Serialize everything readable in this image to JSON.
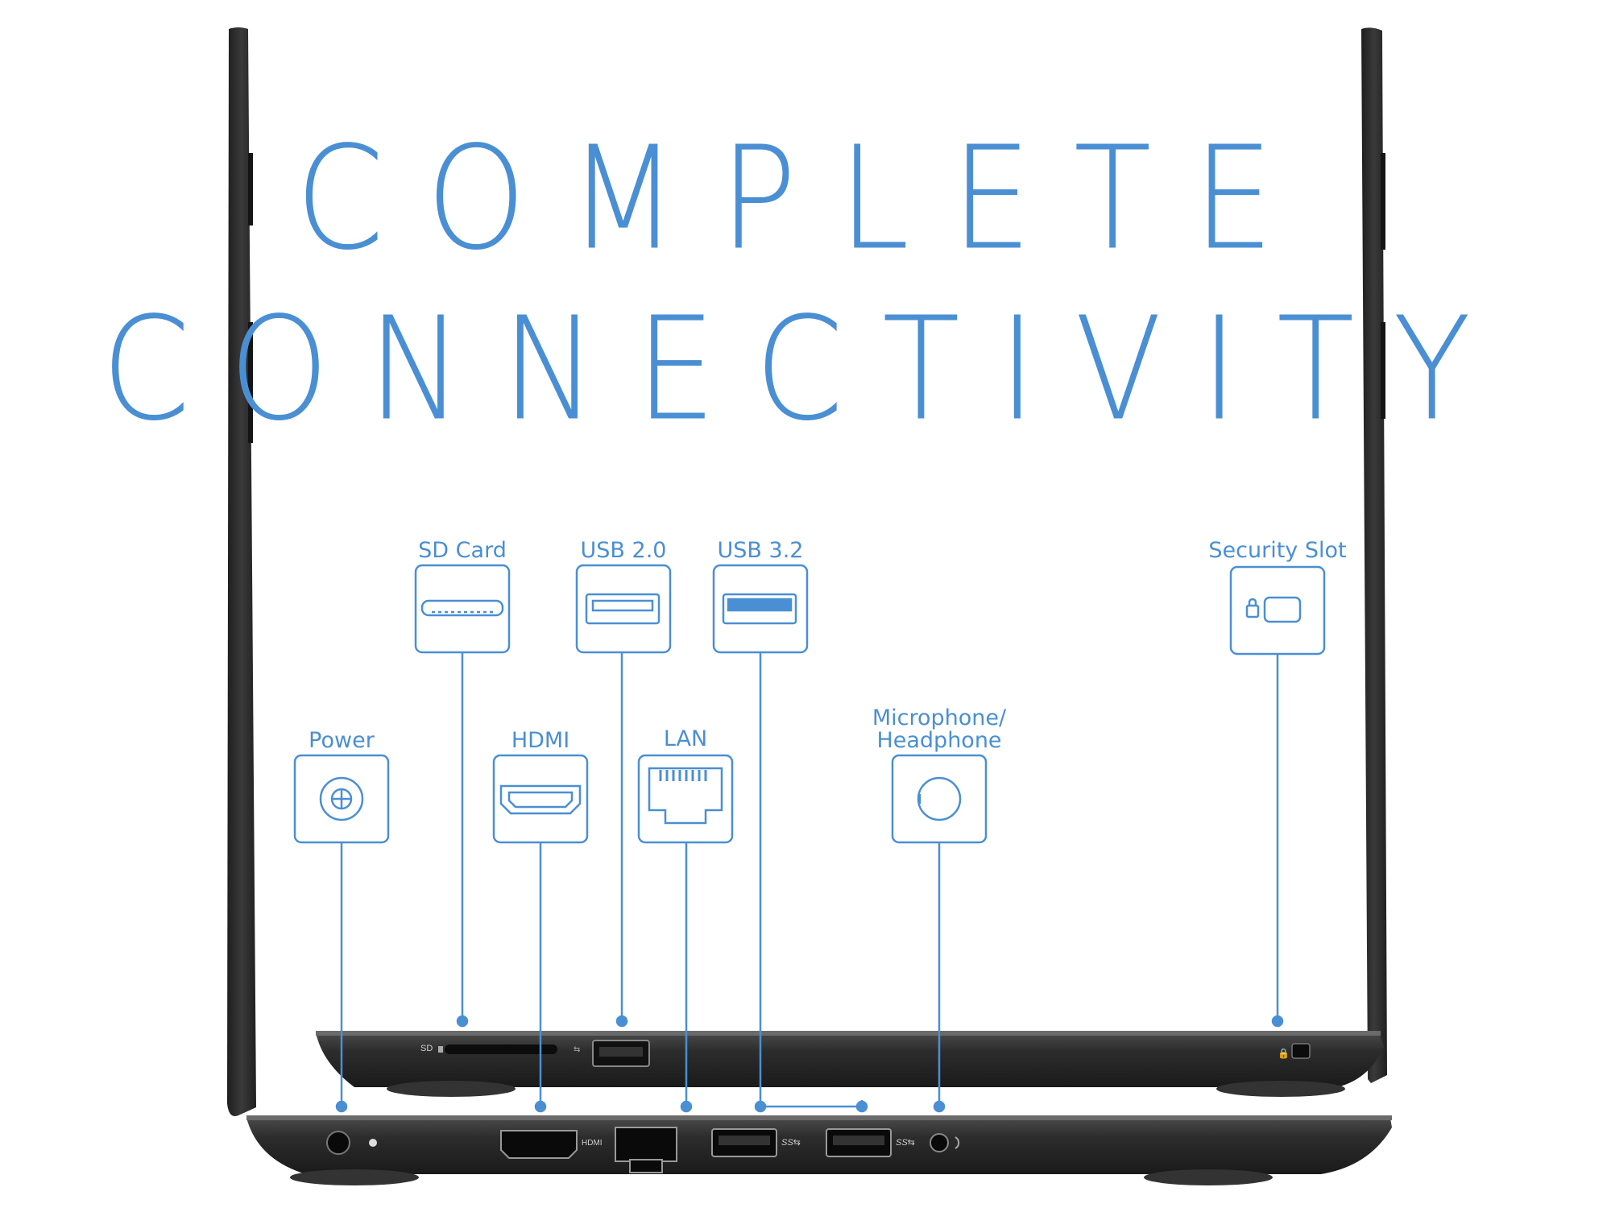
{
  "headline": {
    "line1": "COMPLETE",
    "line2": "CONNECTIVITY"
  },
  "accent_color": "#4a8fd3",
  "chassis_color": "#2c2c2c",
  "ports": [
    {
      "label": "SD Card",
      "icon": "sd-card-icon"
    },
    {
      "label": "USB 2.0",
      "icon": "usb-2-icon"
    },
    {
      "label": "USB 3.2",
      "icon": "usb-3-icon"
    },
    {
      "label": "Security Slot",
      "icon": "lock-icon"
    },
    {
      "label": "Power",
      "icon": "power-jack-icon"
    },
    {
      "label": "HDMI",
      "icon": "hdmi-icon"
    },
    {
      "label": "LAN",
      "icon": "ethernet-icon"
    },
    {
      "label": "Microphone/ Headphone",
      "icon": "audio-jack-icon"
    }
  ],
  "chassis_marks": {
    "sd": "SD",
    "hdmi": "HDMI",
    "usb3_a": "SS⇆",
    "usb3_b": "SS⇆"
  }
}
